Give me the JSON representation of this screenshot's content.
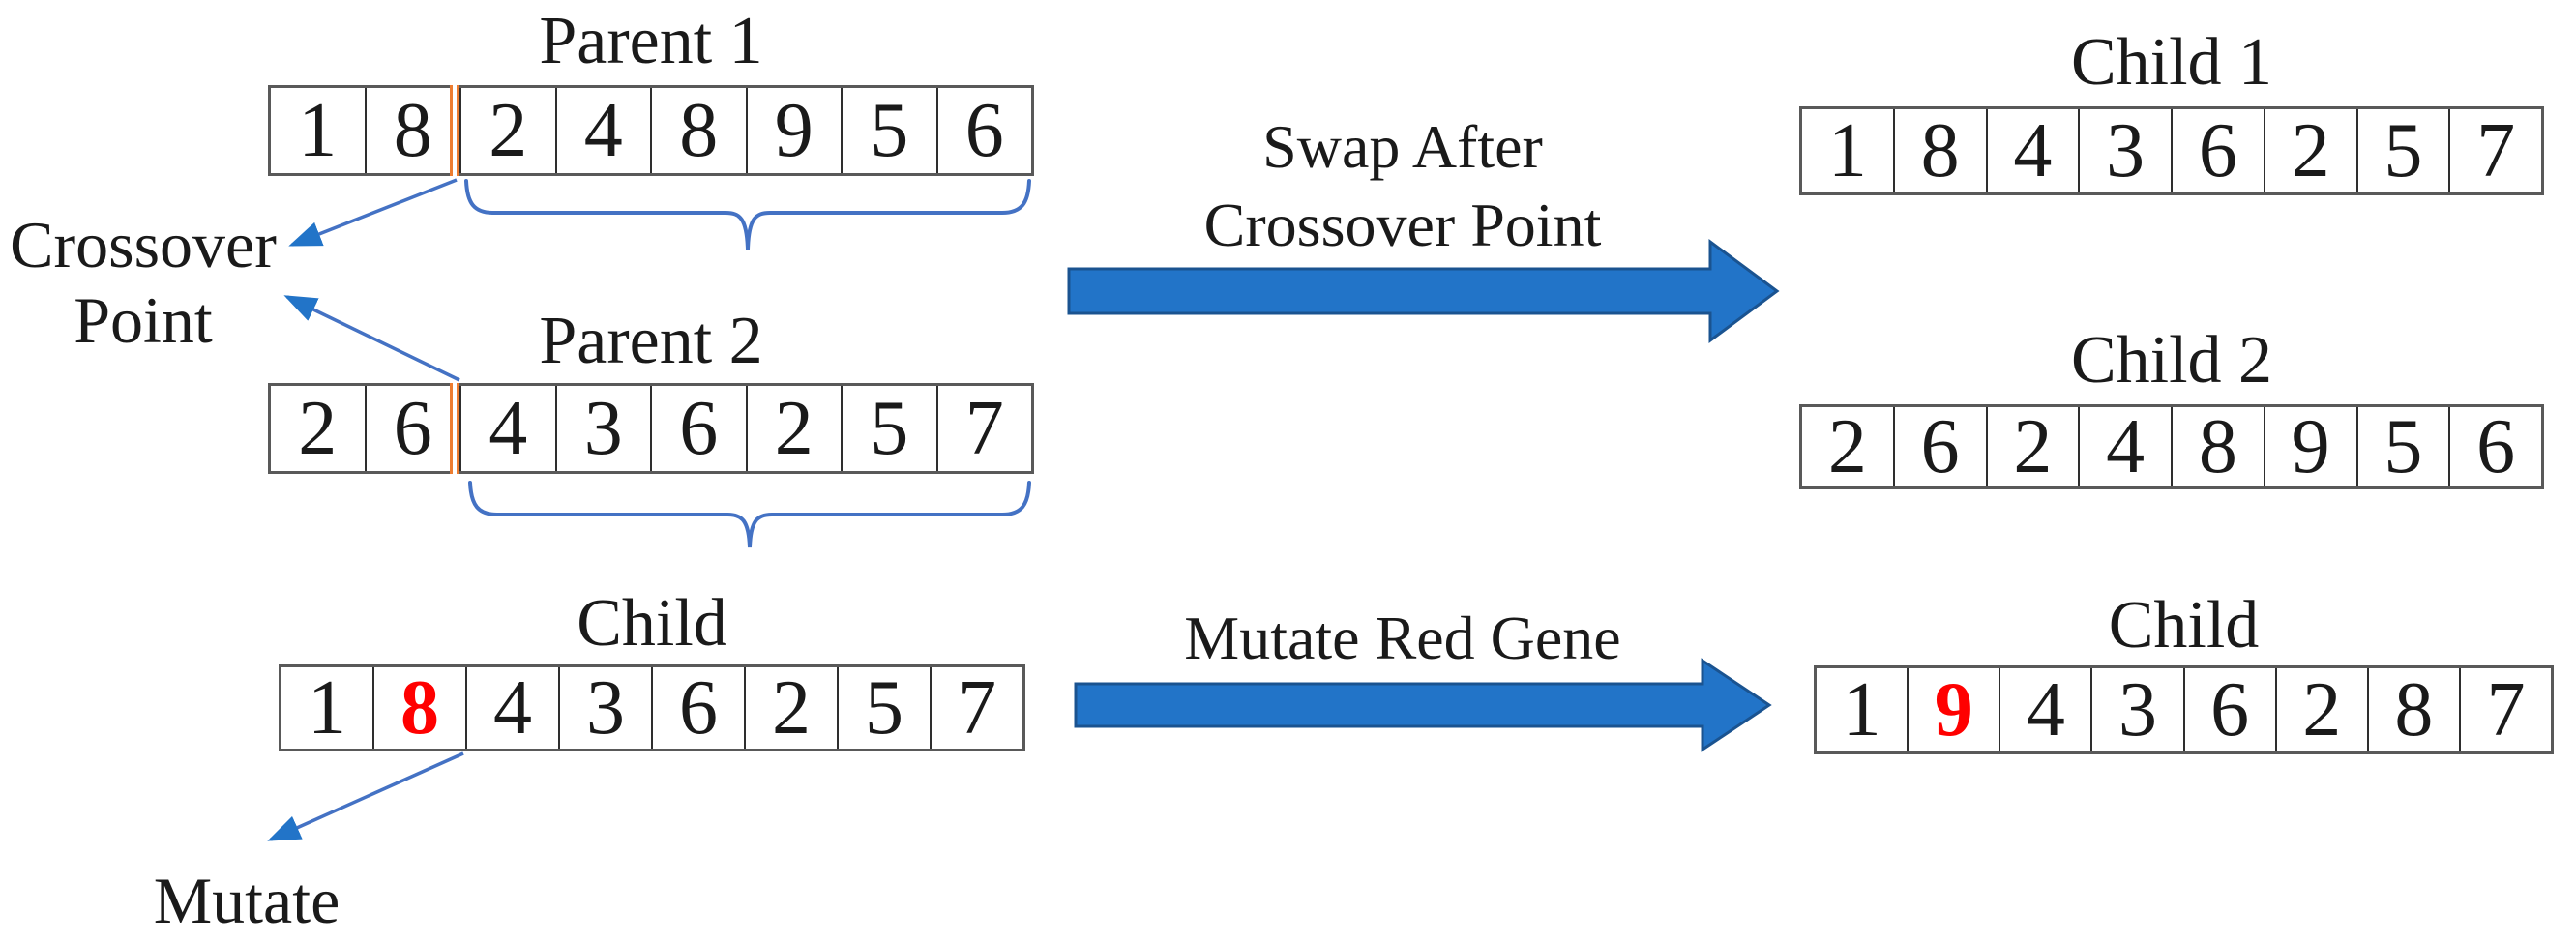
{
  "figure": {
    "description": "Genetic algorithm single-point crossover and mutation diagram"
  },
  "labels": {
    "crossover_point_line1": "Crossover",
    "crossover_point_line2": "Point",
    "mutate": "Mutate"
  },
  "arrows": {
    "swap": {
      "caption_line1": "Swap After",
      "caption_line2": "Crossover Point"
    },
    "mutate": {
      "caption": "Mutate Red Gene"
    }
  },
  "sequences": {
    "parent1": {
      "title": "Parent 1",
      "genes": [
        "1",
        "8",
        "2",
        "4",
        "8",
        "9",
        "5",
        "6"
      ],
      "crossover_after_index": 2
    },
    "parent2": {
      "title": "Parent 2",
      "genes": [
        "2",
        "6",
        "4",
        "3",
        "6",
        "2",
        "5",
        "7"
      ],
      "crossover_after_index": 2
    },
    "child1": {
      "title": "Child 1",
      "genes": [
        "1",
        "8",
        "4",
        "3",
        "6",
        "2",
        "5",
        "7"
      ]
    },
    "child2": {
      "title": "Child 2",
      "genes": [
        "2",
        "6",
        "2",
        "4",
        "8",
        "9",
        "5",
        "6"
      ]
    },
    "child_before_mutation": {
      "title": "Child",
      "genes": [
        "1",
        "8",
        "4",
        "3",
        "6",
        "2",
        "5",
        "7"
      ],
      "red_gene_index": 1
    },
    "child_after_mutation": {
      "title": "Child",
      "genes": [
        "1",
        "9",
        "4",
        "3",
        "6",
        "2",
        "8",
        "7"
      ],
      "red_gene_index": 1
    }
  },
  "colors": {
    "big_arrow_fill": "#2274C8",
    "big_arrow_border": "#1A5390",
    "thin_line_blue": "#4472C4",
    "arrowhead_blue": "#2274C8",
    "crossover_line_orange": "#ED7D31",
    "mutated_gene_red": "#FF0000",
    "table_border_gray": "#595959",
    "text_black": "#1A1A1A"
  }
}
